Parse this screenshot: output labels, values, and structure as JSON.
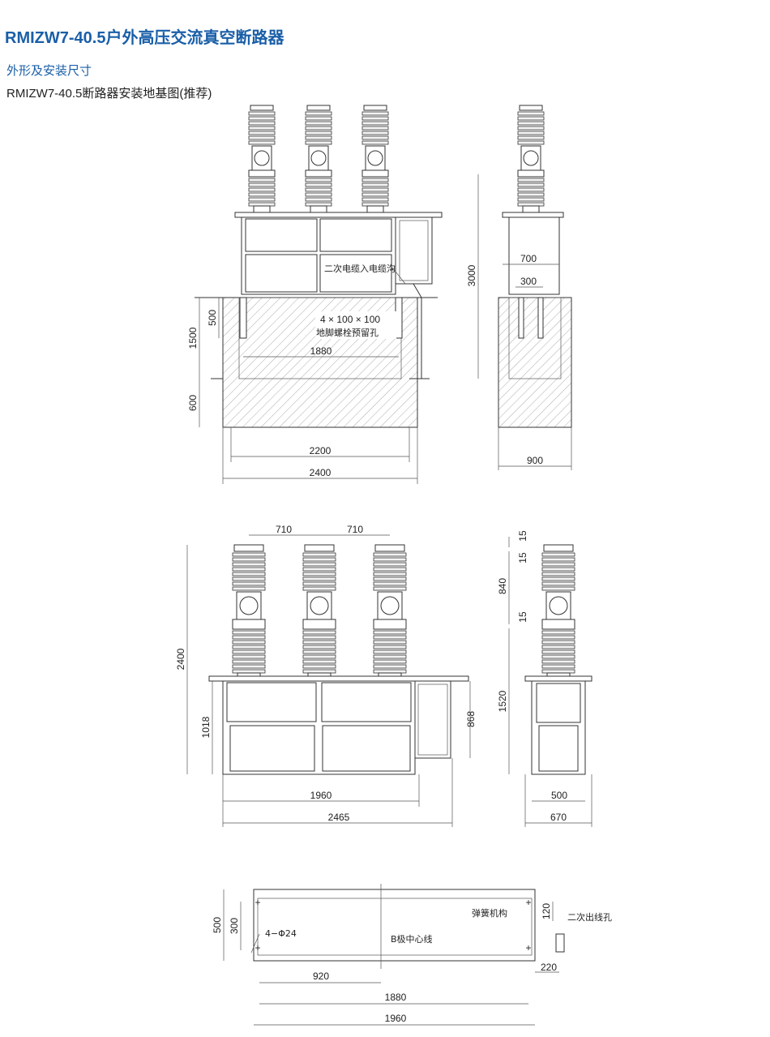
{
  "header": {
    "title": "RMIZW7-40.5户外高压交流真空断路器",
    "subtitle": "外形及安装尺寸",
    "caption": "RMIZW7-40.5断路器安装地基图(推荐)"
  },
  "foundation_front": {
    "label_cable": "二次电缆入电缆沟",
    "label_bolt_size": "4 × 100 × 100",
    "label_bolt": "地脚螺栓预留孔",
    "dims": {
      "d500": "500",
      "d1500": "1500",
      "d600": "600",
      "d1880": "1880",
      "d2200": "2200",
      "d2400": "2400"
    }
  },
  "foundation_side": {
    "dims": {
      "d3000": "3000",
      "d700": "700",
      "d300": "300",
      "d900": "900"
    }
  },
  "front_view": {
    "dims": {
      "d710a": "710",
      "d710b": "710",
      "d2400": "2400",
      "d1018": "1018",
      "d868": "868",
      "d1960": "1960",
      "d2465": "2465"
    }
  },
  "side_view": {
    "dims": {
      "d15a": "15",
      "d15b": "15",
      "d840": "840",
      "d15c": "15",
      "d1520": "1520",
      "d500": "500",
      "d670": "670"
    }
  },
  "plan_view": {
    "label_spring": "弹簧机构",
    "label_bpole": "B极中心线",
    "label_holes": "4−Φ24",
    "label_outlet": "二次出线孔",
    "dims": {
      "d500": "500",
      "d300": "300",
      "d120": "120",
      "d220": "220",
      "d920": "920",
      "d1880": "1880",
      "d1960": "1960"
    }
  }
}
